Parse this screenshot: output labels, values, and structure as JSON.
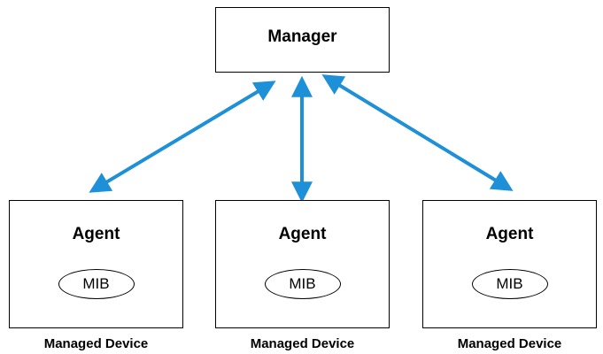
{
  "manager": {
    "label": "Manager"
  },
  "agents": [
    {
      "label": "Agent",
      "mib": "MIB",
      "device": "Managed Device"
    },
    {
      "label": "Agent",
      "mib": "MIB",
      "device": "Managed Device"
    },
    {
      "label": "Agent",
      "mib": "MIB",
      "device": "Managed Device"
    }
  ],
  "colors": {
    "arrow": "#1e90d8",
    "box_border": "#000000"
  }
}
